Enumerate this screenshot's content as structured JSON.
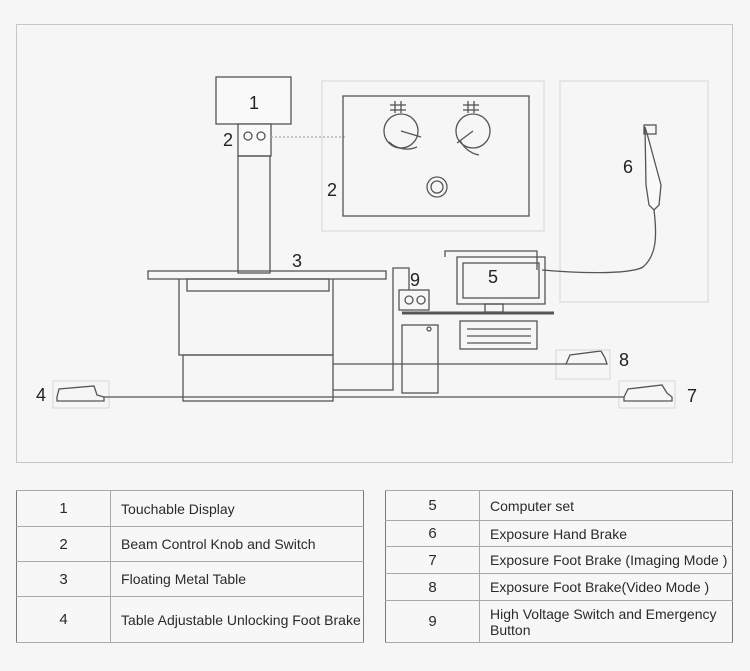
{
  "diagram": {
    "callouts": [
      "1",
      "2",
      "2",
      "3",
      "4",
      "5",
      "6",
      "7",
      "8",
      "9"
    ]
  },
  "legend_left": [
    {
      "num": "1",
      "label": "Touchable Display"
    },
    {
      "num": "2",
      "label": "Beam Control Knob and Switch"
    },
    {
      "num": "3",
      "label": "Floating Metal Table"
    },
    {
      "num": "4",
      "label": "Table Adjustable Unlocking Foot Brake"
    }
  ],
  "legend_right": [
    {
      "num": "5",
      "label": "Computer set"
    },
    {
      "num": "6",
      "label": "Exposure Hand Brake"
    },
    {
      "num": "7",
      "label": "Exposure Foot Brake (Imaging Mode )"
    },
    {
      "num": "8",
      "label": "Exposure Foot Brake(Video Mode )"
    },
    {
      "num": "9",
      "label": "High Voltage Switch and Emergency Button"
    }
  ]
}
